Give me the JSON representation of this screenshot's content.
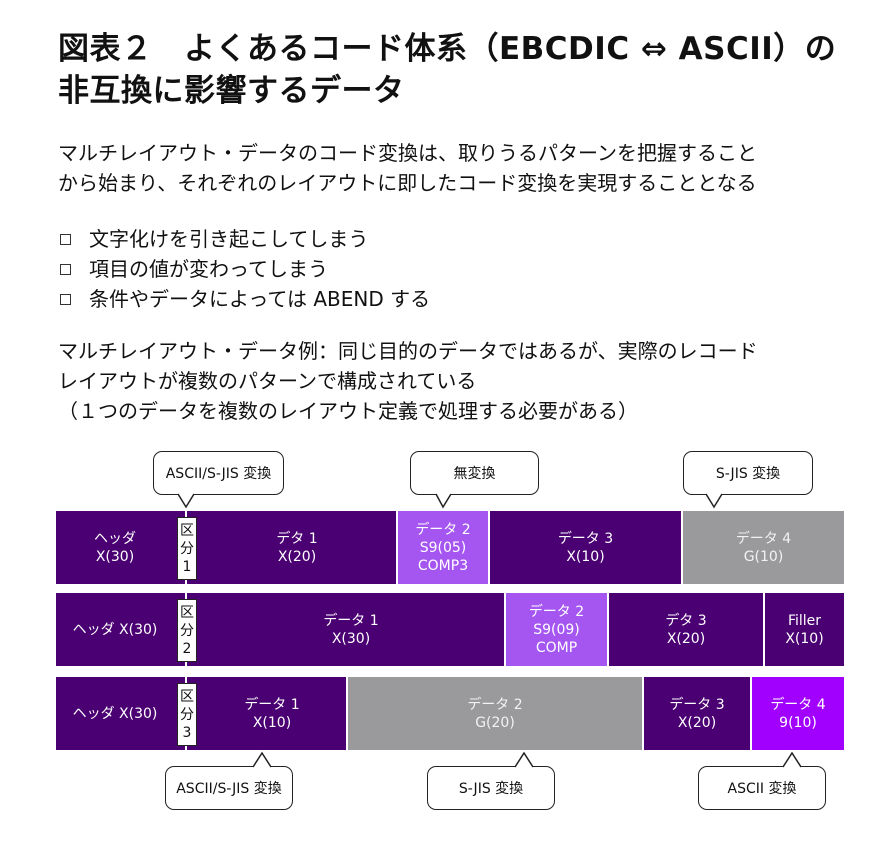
{
  "title": {
    "line1": "図表２　よくあるコード体系（EBCDIC ⇔ ASCII）の",
    "line2": "非互換に影響するデータ"
  },
  "intro": {
    "line1": "マルチレイアウト・データのコード変換は、取りうるパターンを把握すること",
    "line2": "から始まり、それぞれのレイアウトに即したコード変換を実現することとなる"
  },
  "bullets": [
    {
      "icon": "checkbox-square-icon",
      "text": "文字化けを引き起こしてしまう"
    },
    {
      "icon": "checkbox-square-icon",
      "text": "項目の値が変わってしまう"
    },
    {
      "icon": "checkbox-square-icon",
      "text": "条件やデータによっては ABEND する"
    }
  ],
  "example": {
    "line1": "マルチレイアウト・データ例：同じ目的のデータではあるが、実際のレコード",
    "line2": "レイアウトが複数のパターンで構成されている",
    "line3": "（１つのデータを複数のレイアウト定義で処理する必要がある）"
  },
  "colors": {
    "dark_purple": "#4a0072",
    "light_purple": "#a556f0",
    "bright_purple": "#a100ff",
    "gray": "#9a9a9c"
  },
  "rows": [
    {
      "kubun": [
        "区",
        "分",
        "1"
      ],
      "segments": [
        {
          "lines": [
            "ヘッダ",
            "X(30)"
          ],
          "color": "dark_purple"
        },
        {
          "lines": [
            "デタ 1",
            "X(20)"
          ],
          "color": "dark_purple"
        },
        {
          "lines": [
            "データ 2",
            "S9(05)",
            "COMP3"
          ],
          "color": "light_purple"
        },
        {
          "lines": [
            "データ 3",
            "X(10)"
          ],
          "color": "dark_purple"
        },
        {
          "lines": [
            "データ 4",
            "G(10)"
          ],
          "color": "gray"
        }
      ]
    },
    {
      "kubun": [
        "区",
        "分",
        "2"
      ],
      "segments": [
        {
          "lines": [
            "ヘッダ X(30)"
          ],
          "color": "dark_purple"
        },
        {
          "lines": [
            "データ 1",
            "X(30)"
          ],
          "color": "dark_purple"
        },
        {
          "lines": [
            "データ 2",
            "S9(09)",
            "COMP"
          ],
          "color": "light_purple"
        },
        {
          "lines": [
            "デタ 3",
            "X(20)"
          ],
          "color": "dark_purple"
        },
        {
          "lines": [
            "Filler",
            "X(10)"
          ],
          "color": "dark_purple"
        }
      ]
    },
    {
      "kubun": [
        "区",
        "分",
        "3"
      ],
      "segments": [
        {
          "lines": [
            "ヘッダ X(30)"
          ],
          "color": "dark_purple"
        },
        {
          "lines": [
            "データ 1",
            "X(10)"
          ],
          "color": "dark_purple"
        },
        {
          "lines": [
            "データ 2",
            "G(20)"
          ],
          "color": "gray"
        },
        {
          "lines": [
            "データ 3",
            "X(20)"
          ],
          "color": "dark_purple"
        },
        {
          "lines": [
            "データ 4",
            "9(10)"
          ],
          "color": "bright_purple"
        }
      ]
    }
  ],
  "callouts_top": [
    {
      "label": "ASCII/S-JIS 変換",
      "target": "row1-kubun"
    },
    {
      "label": "無変換",
      "target": "row1-data2"
    },
    {
      "label": "S-JIS 変換",
      "target": "row1-data4"
    }
  ],
  "callouts_bottom": [
    {
      "label": "ASCII/S-JIS 変換",
      "target": "row3-data1"
    },
    {
      "label": "S-JIS 変換",
      "target": "row3-data2"
    },
    {
      "label": "ASCII 変換",
      "target": "row3-data4"
    }
  ]
}
